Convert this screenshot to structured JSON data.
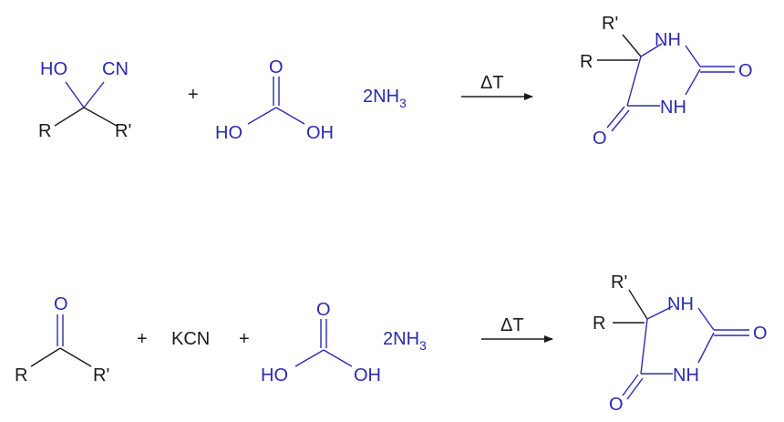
{
  "colors": {
    "black": "#1a1a1a",
    "blue": "#2a2ab0"
  },
  "r1": {
    "cyanohydrin": {
      "ho": "HO",
      "cn": "CN",
      "r": "R",
      "rp": "R'"
    },
    "plus1": "+",
    "acid": {
      "o": "O",
      "ho": "HO",
      "oh": "OH"
    },
    "nh3": {
      "coef": "2NH",
      "sub": "3"
    },
    "condition": "ΔT",
    "product": {
      "rp": "R'",
      "r": "R",
      "nh_top": "NH",
      "o_right": "O",
      "nh_bottom": "NH",
      "o_left": "O"
    }
  },
  "r2": {
    "ketone": {
      "o": "O",
      "r": "R",
      "rp": "R'"
    },
    "plus1": "+",
    "kcn": "KCN",
    "plus2": "+",
    "acid": {
      "o": "O",
      "ho": "HO",
      "oh": "OH"
    },
    "nh3": {
      "coef": "2NH",
      "sub": "3"
    },
    "condition": "ΔT",
    "product": {
      "rp": "R'",
      "r": "R",
      "nh_top": "NH",
      "o_right": "O",
      "nh_bottom": "NH",
      "o_left": "O"
    }
  }
}
